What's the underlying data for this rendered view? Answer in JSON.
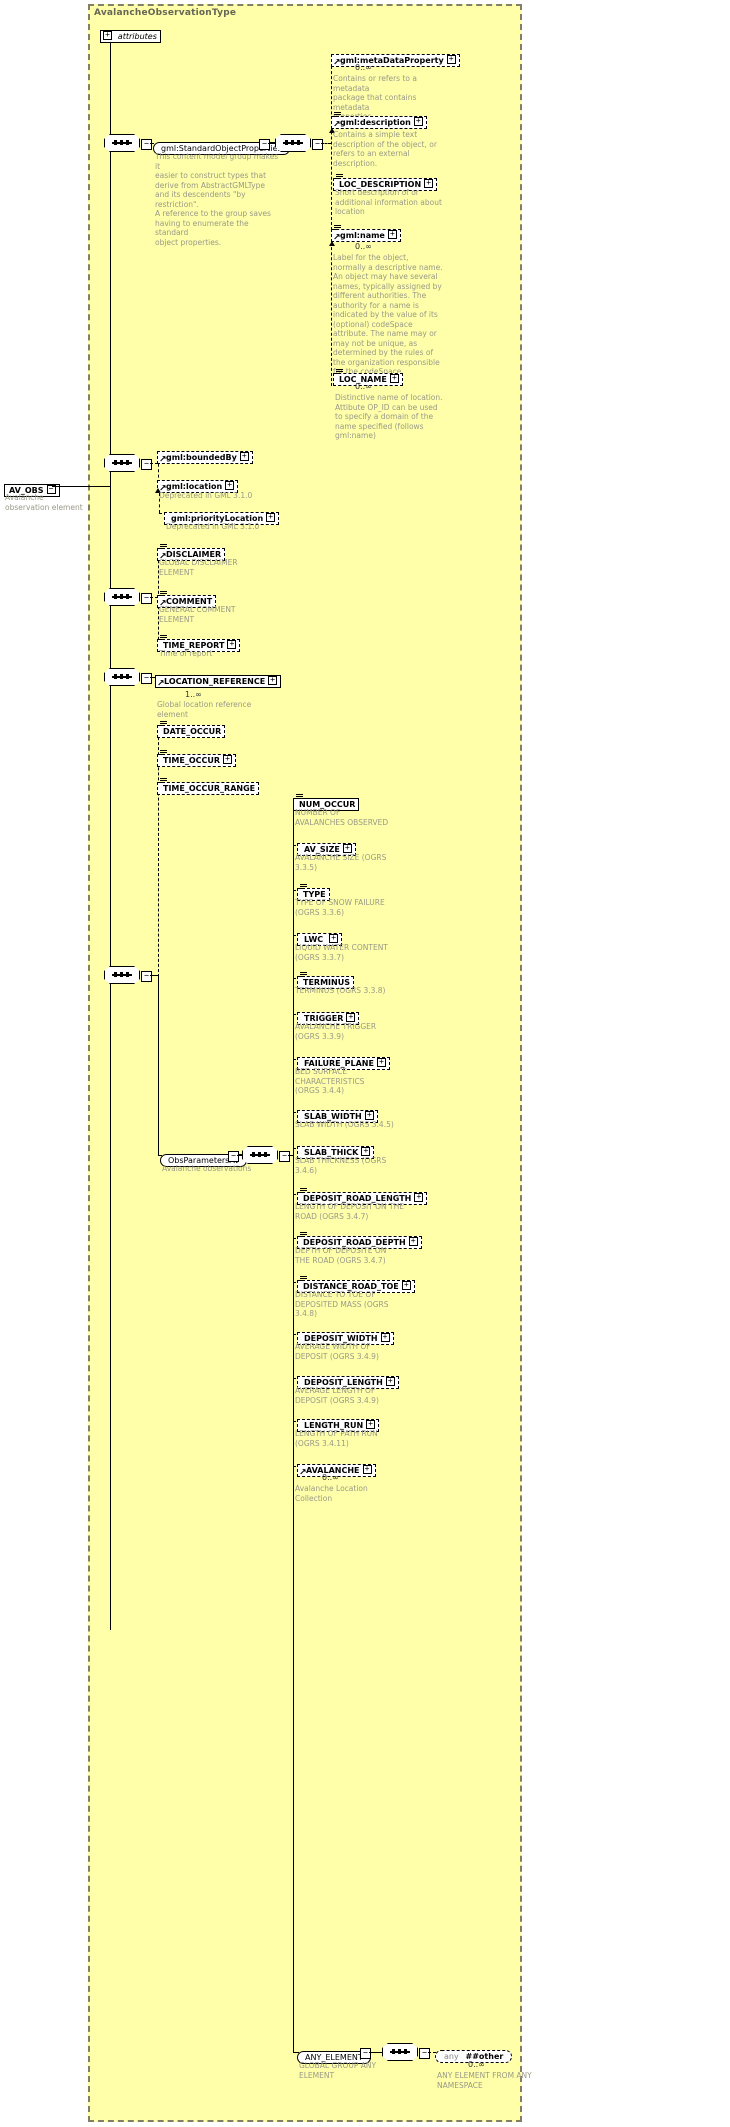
{
  "diagram": {
    "type_name": "AvalancheObservationType",
    "root_element": {
      "label": "AV_OBS",
      "doc": "Avalanche observation element"
    },
    "attributes_node": {
      "label": "attributes"
    },
    "expander_minus": "−",
    "expander_plus": "+"
  },
  "standard_object_properties": {
    "group_label": "gml:StandardObjectProperties",
    "group_doc": "This content model group makes it\neasier to construct types that\n       derive from AbstractGMLType\nand its descendents \"by restriction\".\n       A reference to the group saves\nhaving to enumerate the standard\nobject properties.",
    "children": [
      {
        "label": "gml:metaDataProperty",
        "card": "0..∞",
        "doc": "Contains or refers to a metadata\npackage that contains metadata\nproperties."
      },
      {
        "label": "gml:description",
        "card": "",
        "doc": "Contains a simple text\ndescription of the object, or\nrefers to an external\ndescription."
      },
      {
        "label": "LOC_DESCRIPTION",
        "card": "",
        "doc": "Short description of or\nadditional information about\nlocation"
      },
      {
        "label": "gml:name",
        "card": "0..∞",
        "doc": "Label for the object,\nnormally a descriptive name.\nAn object may have several\nnames, typically assigned by\ndifferent authorities.  The\nauthority for a name is\nindicated by the value of its\n(optional) codeSpace\nattribute.  The name may or\nmay not be unique, as\ndetermined by the rules of\nthe organization responsible\nfor the codeSpace."
      },
      {
        "label": "LOC_NAME",
        "card": "0..∞",
        "doc": "Distinctive name of location.\nAttibute OP_ID can be used\nto specify a domain of the\nname specified (follows\ngml:name)"
      }
    ]
  },
  "location_group": {
    "children": [
      {
        "label": "gml:boundedBy",
        "doc": ""
      },
      {
        "label": "gml:location",
        "doc": "Deprecated in GML 3.1.0"
      },
      {
        "label": "gml:priorityLocation",
        "doc": "Deprecated in GML 3.1.0"
      }
    ]
  },
  "report_group": {
    "children": [
      {
        "label": "DISCLAIMER",
        "doc": "GLOBAL DISCLAIMER\nELEMENT"
      },
      {
        "label": "COMMENT",
        "doc": "GENERAL COMMENT\nELEMENT"
      },
      {
        "label": "TIME_REPORT",
        "doc": "Time of report"
      }
    ]
  },
  "location_reference": {
    "label": "LOCATION_REFERENCE",
    "card": "1..∞",
    "doc": "Global location reference\nelement"
  },
  "occur_group": {
    "children": [
      {
        "label": "DATE_OCCUR",
        "doc": ""
      },
      {
        "label": "TIME_OCCUR",
        "doc": ""
      },
      {
        "label": "TIME_OCCUR_RANGE",
        "doc": ""
      }
    ]
  },
  "obs_parameters": {
    "label": "ObsParametersAv",
    "doc": "Avalanche observations",
    "children": [
      {
        "label": "NUM_OCCUR",
        "doc": "NUMBER OF\nAVALANCHES OBSERVED"
      },
      {
        "label": "AV_SIZE",
        "doc": "AVALANCHE SIZE (OGRS\n3.3.5)"
      },
      {
        "label": "TYPE",
        "doc": "TYPE OF SNOW FAILURE\n(OGRS 3.3.6)"
      },
      {
        "label": "LWC",
        "doc": "LIQUID WATER CONTENT\n(OGRS 3.3.7)"
      },
      {
        "label": "TERMINUS",
        "doc": "TERMINUS (OGRS 3.3.8)"
      },
      {
        "label": "TRIGGER",
        "doc": "AVALANCHE TRIGGER\n(OGRS 3.3.9)"
      },
      {
        "label": "FAILURE_PLANE",
        "doc": "BED SURFACE\nCHARACTERISTICS\n(ORGS 3.4.4)"
      },
      {
        "label": "SLAB_WIDTH",
        "doc": "SLAB WIDTH (OGRS 3.4.5)"
      },
      {
        "label": "SLAB_THICK",
        "doc": "SLAB THICKNESS (OGRS\n3.4.6)"
      },
      {
        "label": "DEPOSIT_ROAD_LENGTH",
        "doc": "LENGTH OF DEPOSIT ON THE\nROAD (OGRS 3.4.7)"
      },
      {
        "label": "DEPOSIT_ROAD_DEPTH",
        "doc": "DEPTH OF DEPOSITE ON\nTHE ROAD (OGRS 3.4.7)"
      },
      {
        "label": "DISTANCE_ROAD_TOE",
        "doc": "DISTANCE TO TOE OF\nDEPOSITED MASS (OGRS\n3.4.8)"
      },
      {
        "label": "DEPOSIT_WIDTH",
        "doc": "AVERAGE WIDTH OF\nDEPOSIT (OGRS 3.4.9)"
      },
      {
        "label": "DEPOSIT_LENGTH",
        "doc": "AVERAGE LENGTH OF\nDEPOSIT (OGRS 3.4.9)"
      },
      {
        "label": "LENGTH_RUN",
        "doc": "LENGTH OF PATH RUN\n(OGRS 3.4.11)"
      },
      {
        "label": "AVALANCHE",
        "card": "0..∞",
        "doc": "Avalanche Location\nCollection"
      }
    ]
  },
  "any_element": {
    "label": "ANY_ELEMENT",
    "doc": "GLOBAL GROUP ANY\nELEMENT",
    "any": {
      "prefix": "any",
      "value": "##other",
      "card": "0..∞",
      "doc": "ANY ELEMENT FROM ANY\nNAMESPACE"
    }
  }
}
